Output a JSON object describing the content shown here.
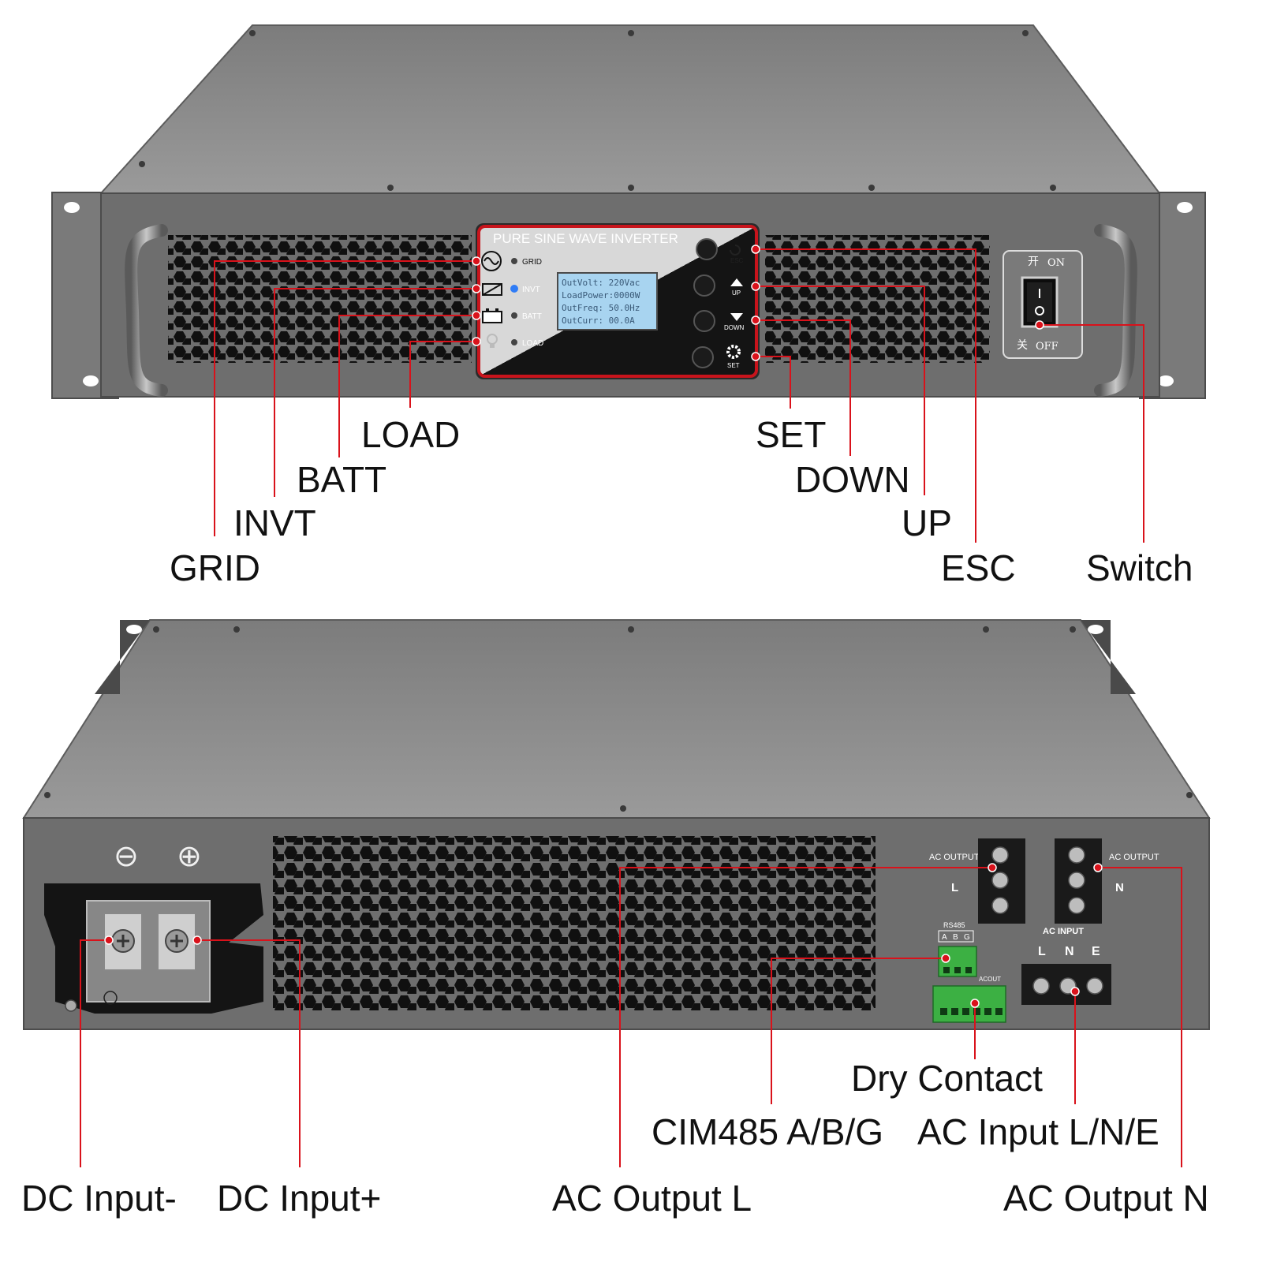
{
  "colors": {
    "chassis_top": "#8a8a8a",
    "chassis_face": "#6e6e6e",
    "panel_black": "#141414",
    "accent_red": "#e0141e",
    "lcd_blue": "#a8d4f0",
    "terminal_green": "#3cb043",
    "leader_line": "#d9121b"
  },
  "front_panel": {
    "title": "PURE SINE WAVE INVERTER",
    "indicators": [
      {
        "label": "GRID",
        "icon": "sine-wave-icon"
      },
      {
        "label": "INVT",
        "icon": "inverter-icon"
      },
      {
        "label": "BATT",
        "icon": "battery-icon"
      },
      {
        "label": "LOAD",
        "icon": "bulb-icon"
      }
    ],
    "lcd": {
      "line1": "OutVolt:  220Vac",
      "line2": "LoadPower:0000W",
      "line3": "OutFreq:  50.0Hz",
      "line4": "OutCurr:  00.0A"
    },
    "buttons": [
      {
        "label": "ESC",
        "icon": "rotate-icon"
      },
      {
        "label": "UP",
        "icon": "up-triangle-icon"
      },
      {
        "label": "DOWN",
        "icon": "down-triangle-icon"
      },
      {
        "label": "SET",
        "icon": "gear-icon"
      }
    ],
    "switch": {
      "on_cn": "开",
      "on_label": "ON",
      "off_cn": "关",
      "off_label": "OFF"
    }
  },
  "rear_panel": {
    "dc_minus_symbol": "⊖",
    "dc_plus_symbol": "⊕",
    "ac_output_left": "AC OUTPUT",
    "ac_output_right": "AC OUTPUT",
    "letter_l": "L",
    "letter_n": "N",
    "rs485": "RS485",
    "rs485_pins": [
      "A",
      "B",
      "G"
    ],
    "acout_tag": "ACOUT",
    "ac_input_title": "AC INPUT",
    "ac_input_pins": [
      "L",
      "N",
      "E"
    ]
  },
  "callouts": {
    "grid": "GRID",
    "invt": "INVT",
    "batt": "BATT",
    "load": "LOAD",
    "set": "SET",
    "down": "DOWN",
    "up": "UP",
    "esc": "ESC",
    "switch": "Switch",
    "dc_input_minus": "DC Input-",
    "dc_input_plus": "DC Input+",
    "ac_output_l": "AC Output L",
    "ac_output_n": "AC Output N",
    "cim485": "CIM485 A/B/G",
    "ac_input_lne": "AC Input L/N/E",
    "dry_contact": "Dry Contact"
  }
}
